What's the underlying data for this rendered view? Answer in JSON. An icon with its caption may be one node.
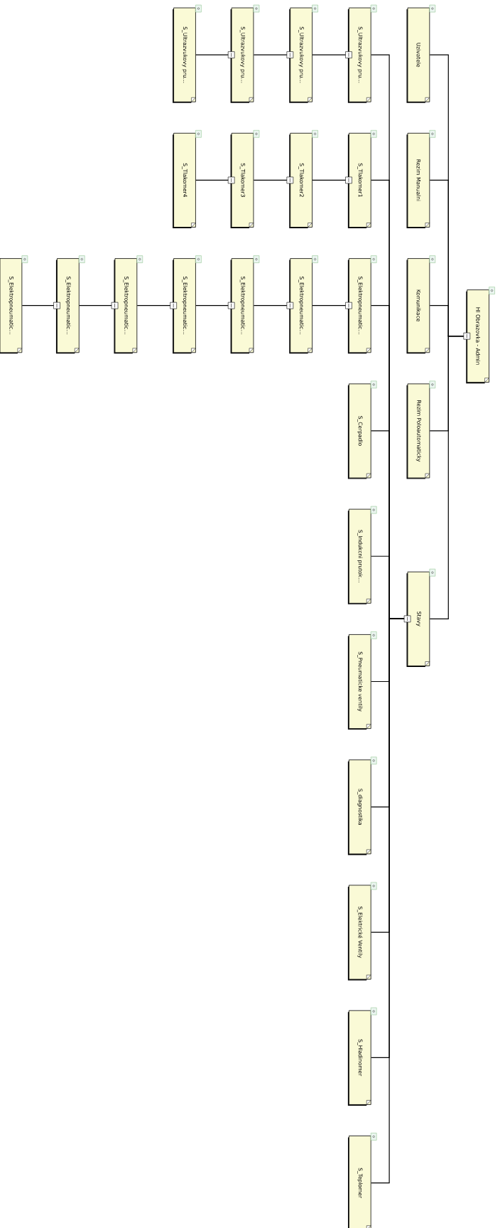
{
  "diagram": {
    "nodes": [
      {
        "text": [
          "Hl Obrazovka - Admin"
        ]
      },
      {
        "text": [
          "Uzivatele"
        ]
      },
      {
        "text": [
          "Rezim Manualni"
        ]
      },
      {
        "text": [
          "Komunikace"
        ]
      },
      {
        "text": [
          "Rezim Poloautomaticky"
        ]
      },
      {
        "text": [
          "Stavy"
        ]
      },
      {
        "text": [
          "S_Ultrazvukovy pru…"
        ]
      },
      {
        "text": [
          "S_Ultrazvukovy pru…"
        ]
      },
      {
        "text": [
          "S_Ultrazvukovy pru…"
        ]
      },
      {
        "text": [
          "S_Ultrazvukovy pru…"
        ]
      },
      {
        "text": [
          "S_Tlakomer1"
        ]
      },
      {
        "text": [
          "S_Tlakomer2"
        ]
      },
      {
        "text": [
          "S_Tlakomer3"
        ]
      },
      {
        "text": [
          "S_Tlakomer4"
        ]
      },
      {
        "text": [
          "S_Elektropneumatic…"
        ]
      },
      {
        "text": [
          "S_Elektropneumatic…"
        ]
      },
      {
        "text": [
          "S_Elektropneumatic…"
        ]
      },
      {
        "text": [
          "S_Elektropneumatic…"
        ]
      },
      {
        "text": [
          "S_Elektropneumatic…"
        ]
      },
      {
        "text": [
          "S_Elektropneumatic…"
        ]
      },
      {
        "text": [
          "S_Elektropneumatic…"
        ]
      },
      {
        "text": [
          "S_Cerpadlo"
        ]
      },
      {
        "text": [
          "S_Indukcni prutok…"
        ]
      },
      {
        "text": [
          "S_Pneumaticke ventily"
        ]
      },
      {
        "text": [
          "S_diagnostika"
        ]
      },
      {
        "text": [
          "S_Elektrické Ventily"
        ]
      },
      {
        "text": [
          "S_Hladinomer"
        ]
      },
      {
        "text": [
          "S_Teplomer"
        ]
      }
    ],
    "edges": [
      {
        "from": 0,
        "to": 1,
        "arrow": "other"
      },
      {
        "from": 0,
        "to": 2,
        "arrow": "other"
      },
      {
        "from": 0,
        "to": 3,
        "arrow": "other"
      },
      {
        "from": 0,
        "to": 4,
        "arrow": "other"
      },
      {
        "from": 0,
        "to": 5,
        "arrow": "other"
      },
      {
        "from": 5,
        "to": 6,
        "arrow": "other"
      },
      {
        "from": 6,
        "to": 7,
        "arrow": "other"
      },
      {
        "from": 7,
        "to": 8,
        "arrow": "other"
      },
      {
        "from": 8,
        "to": 9,
        "arrow": "other"
      },
      {
        "from": 5,
        "to": 10,
        "arrow": "other"
      },
      {
        "from": 10,
        "to": 11,
        "arrow": "other"
      },
      {
        "from": 11,
        "to": 12,
        "arrow": "other"
      },
      {
        "from": 12,
        "to": 13,
        "arrow": "other"
      },
      {
        "from": 5,
        "to": 14,
        "arrow": "other"
      },
      {
        "from": 14,
        "to": 15,
        "arrow": "other"
      },
      {
        "from": 15,
        "to": 16,
        "arrow": "other"
      },
      {
        "from": 16,
        "to": 17,
        "arrow": "other"
      },
      {
        "from": 17,
        "to": 18,
        "arrow": "other"
      },
      {
        "from": 18,
        "to": 19,
        "arrow": "other"
      },
      {
        "from": 19,
        "to": 20,
        "arrow": "other"
      },
      {
        "from": 5,
        "to": 21,
        "arrow": "other"
      },
      {
        "from": 5,
        "to": 22,
        "arrow": "other"
      },
      {
        "from": 5,
        "to": 23,
        "arrow": "other"
      },
      {
        "from": 5,
        "to": 24,
        "arrow": "other"
      },
      {
        "from": 5,
        "to": 25,
        "arrow": "other"
      },
      {
        "from": 5,
        "to": 26,
        "arrow": "other"
      },
      {
        "from": 5,
        "to": 27,
        "arrow": "other"
      }
    ]
  }
}
